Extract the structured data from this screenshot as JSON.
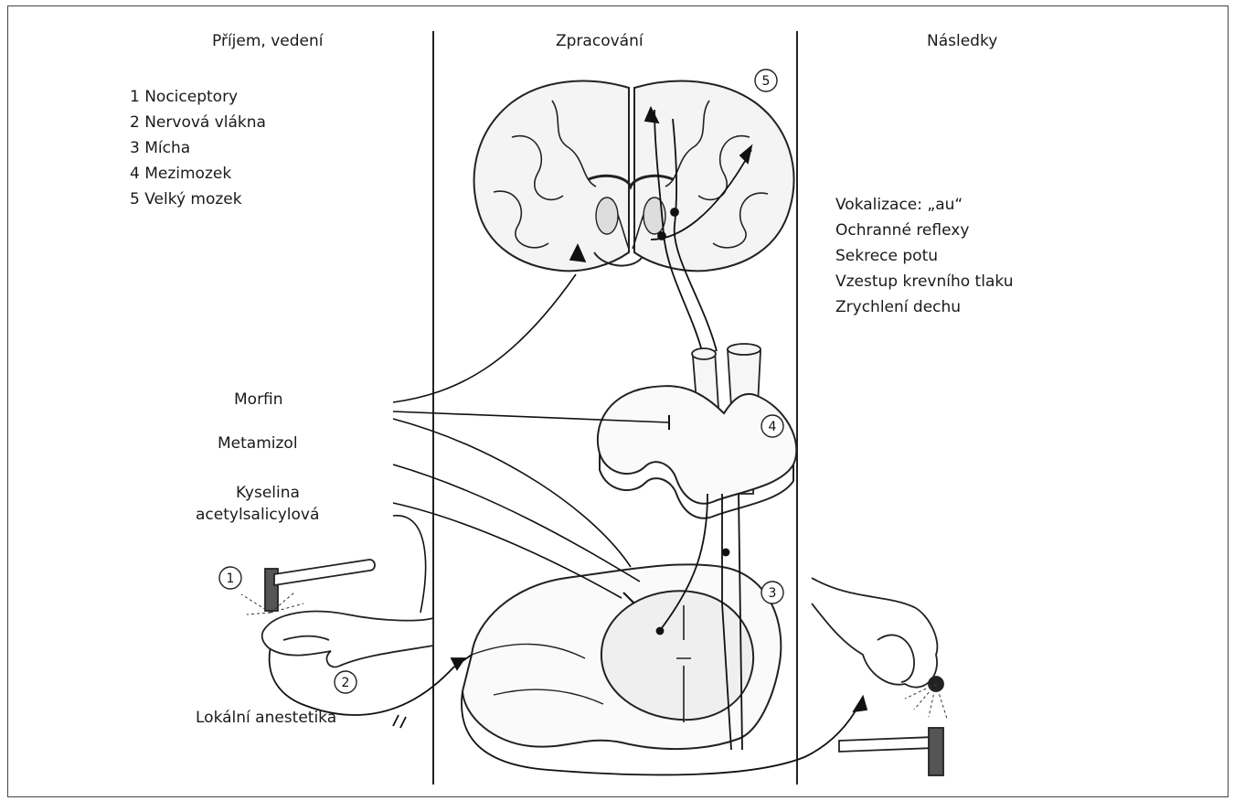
{
  "columns": {
    "left": "Příjem, vedení",
    "middle": "Zpracování",
    "right": "Následky"
  },
  "stations": [
    "1 Nociceptory",
    "2 Nervová vlákna",
    "3 Mícha",
    "4 Mezimozek",
    "5 Velký mozek"
  ],
  "effects": [
    "Vokalizace: „au“",
    "Ochranné reflexy",
    "Sekrece potu",
    "Vzestup krevního tlaku",
    "Zrychlení dechu"
  ],
  "drugs": {
    "morphine": "Morfin",
    "metamizol": "Metamizol",
    "aspirin_line1": "Kyselina",
    "aspirin_line2": "acetylsalicylová",
    "local": "Lokální anestetika"
  },
  "markers": [
    "1",
    "2",
    "3",
    "4",
    "5"
  ]
}
